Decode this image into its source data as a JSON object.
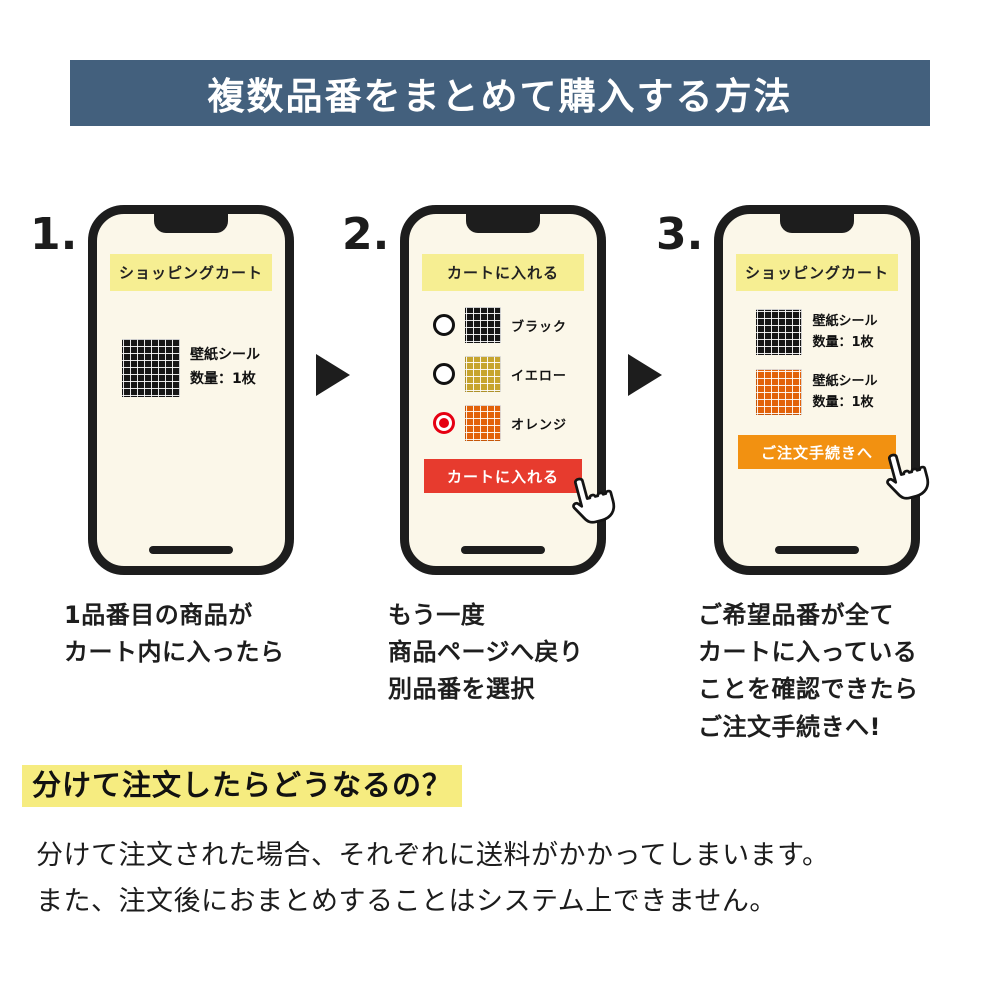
{
  "header": {
    "title": "複数品番をまとめて購入する方法"
  },
  "steps": [
    {
      "number": "1.",
      "phone": {
        "banner": "ショッピングカート",
        "items": [
          {
            "swatch": "black-tile",
            "lines": [
              "壁紙シール",
              "数量：1枚"
            ]
          }
        ]
      },
      "caption": "1品番目の商品が\nカート内に入ったら"
    },
    {
      "number": "2.",
      "phone": {
        "banner": "カートに入れる",
        "options": [
          {
            "swatch": "black-tile",
            "label": "ブラック",
            "selected": false
          },
          {
            "swatch": "yellow-tile",
            "label": "イエロー",
            "selected": false
          },
          {
            "swatch": "orange-tile",
            "label": "オレンジ",
            "selected": true
          }
        ],
        "button": {
          "label": "カートに入れる",
          "color": "#e73b2e"
        }
      },
      "caption": "もう一度\n商品ページへ戻り\n別品番を選択"
    },
    {
      "number": "3.",
      "phone": {
        "banner": "ショッピングカート",
        "items": [
          {
            "swatch": "black-tile",
            "lines": [
              "壁紙シール",
              "数量：1枚"
            ]
          },
          {
            "swatch": "orange-tile",
            "lines": [
              "壁紙シール",
              "数量：1枚"
            ]
          }
        ],
        "button": {
          "label": "ご注文手続きへ",
          "color": "#f29111"
        }
      },
      "caption": "ご希望品番が全て\nカートに入っている\nことを確認できたら\nご注文手続きへ!"
    }
  ],
  "faq": {
    "heading": "分けて注文したらどうなるの？",
    "body": [
      "分けて注文された場合、それぞれに送料がかかってしまいます。",
      "また、注文後におまとめすることはシステム上できません。"
    ]
  },
  "colors": {
    "header_bg": "#43607d",
    "banner_yellow": "#f6ee92",
    "screen_bg": "#fbf7e9",
    "add_to_cart_red": "#e73b2e",
    "checkout_orange": "#f29111",
    "radio_selected_red": "#e60012",
    "highlight_yellow": "#f6ec80",
    "swatch_black": "#161616",
    "swatch_yellow": "#c7a52e",
    "swatch_orange": "#e2620a"
  }
}
